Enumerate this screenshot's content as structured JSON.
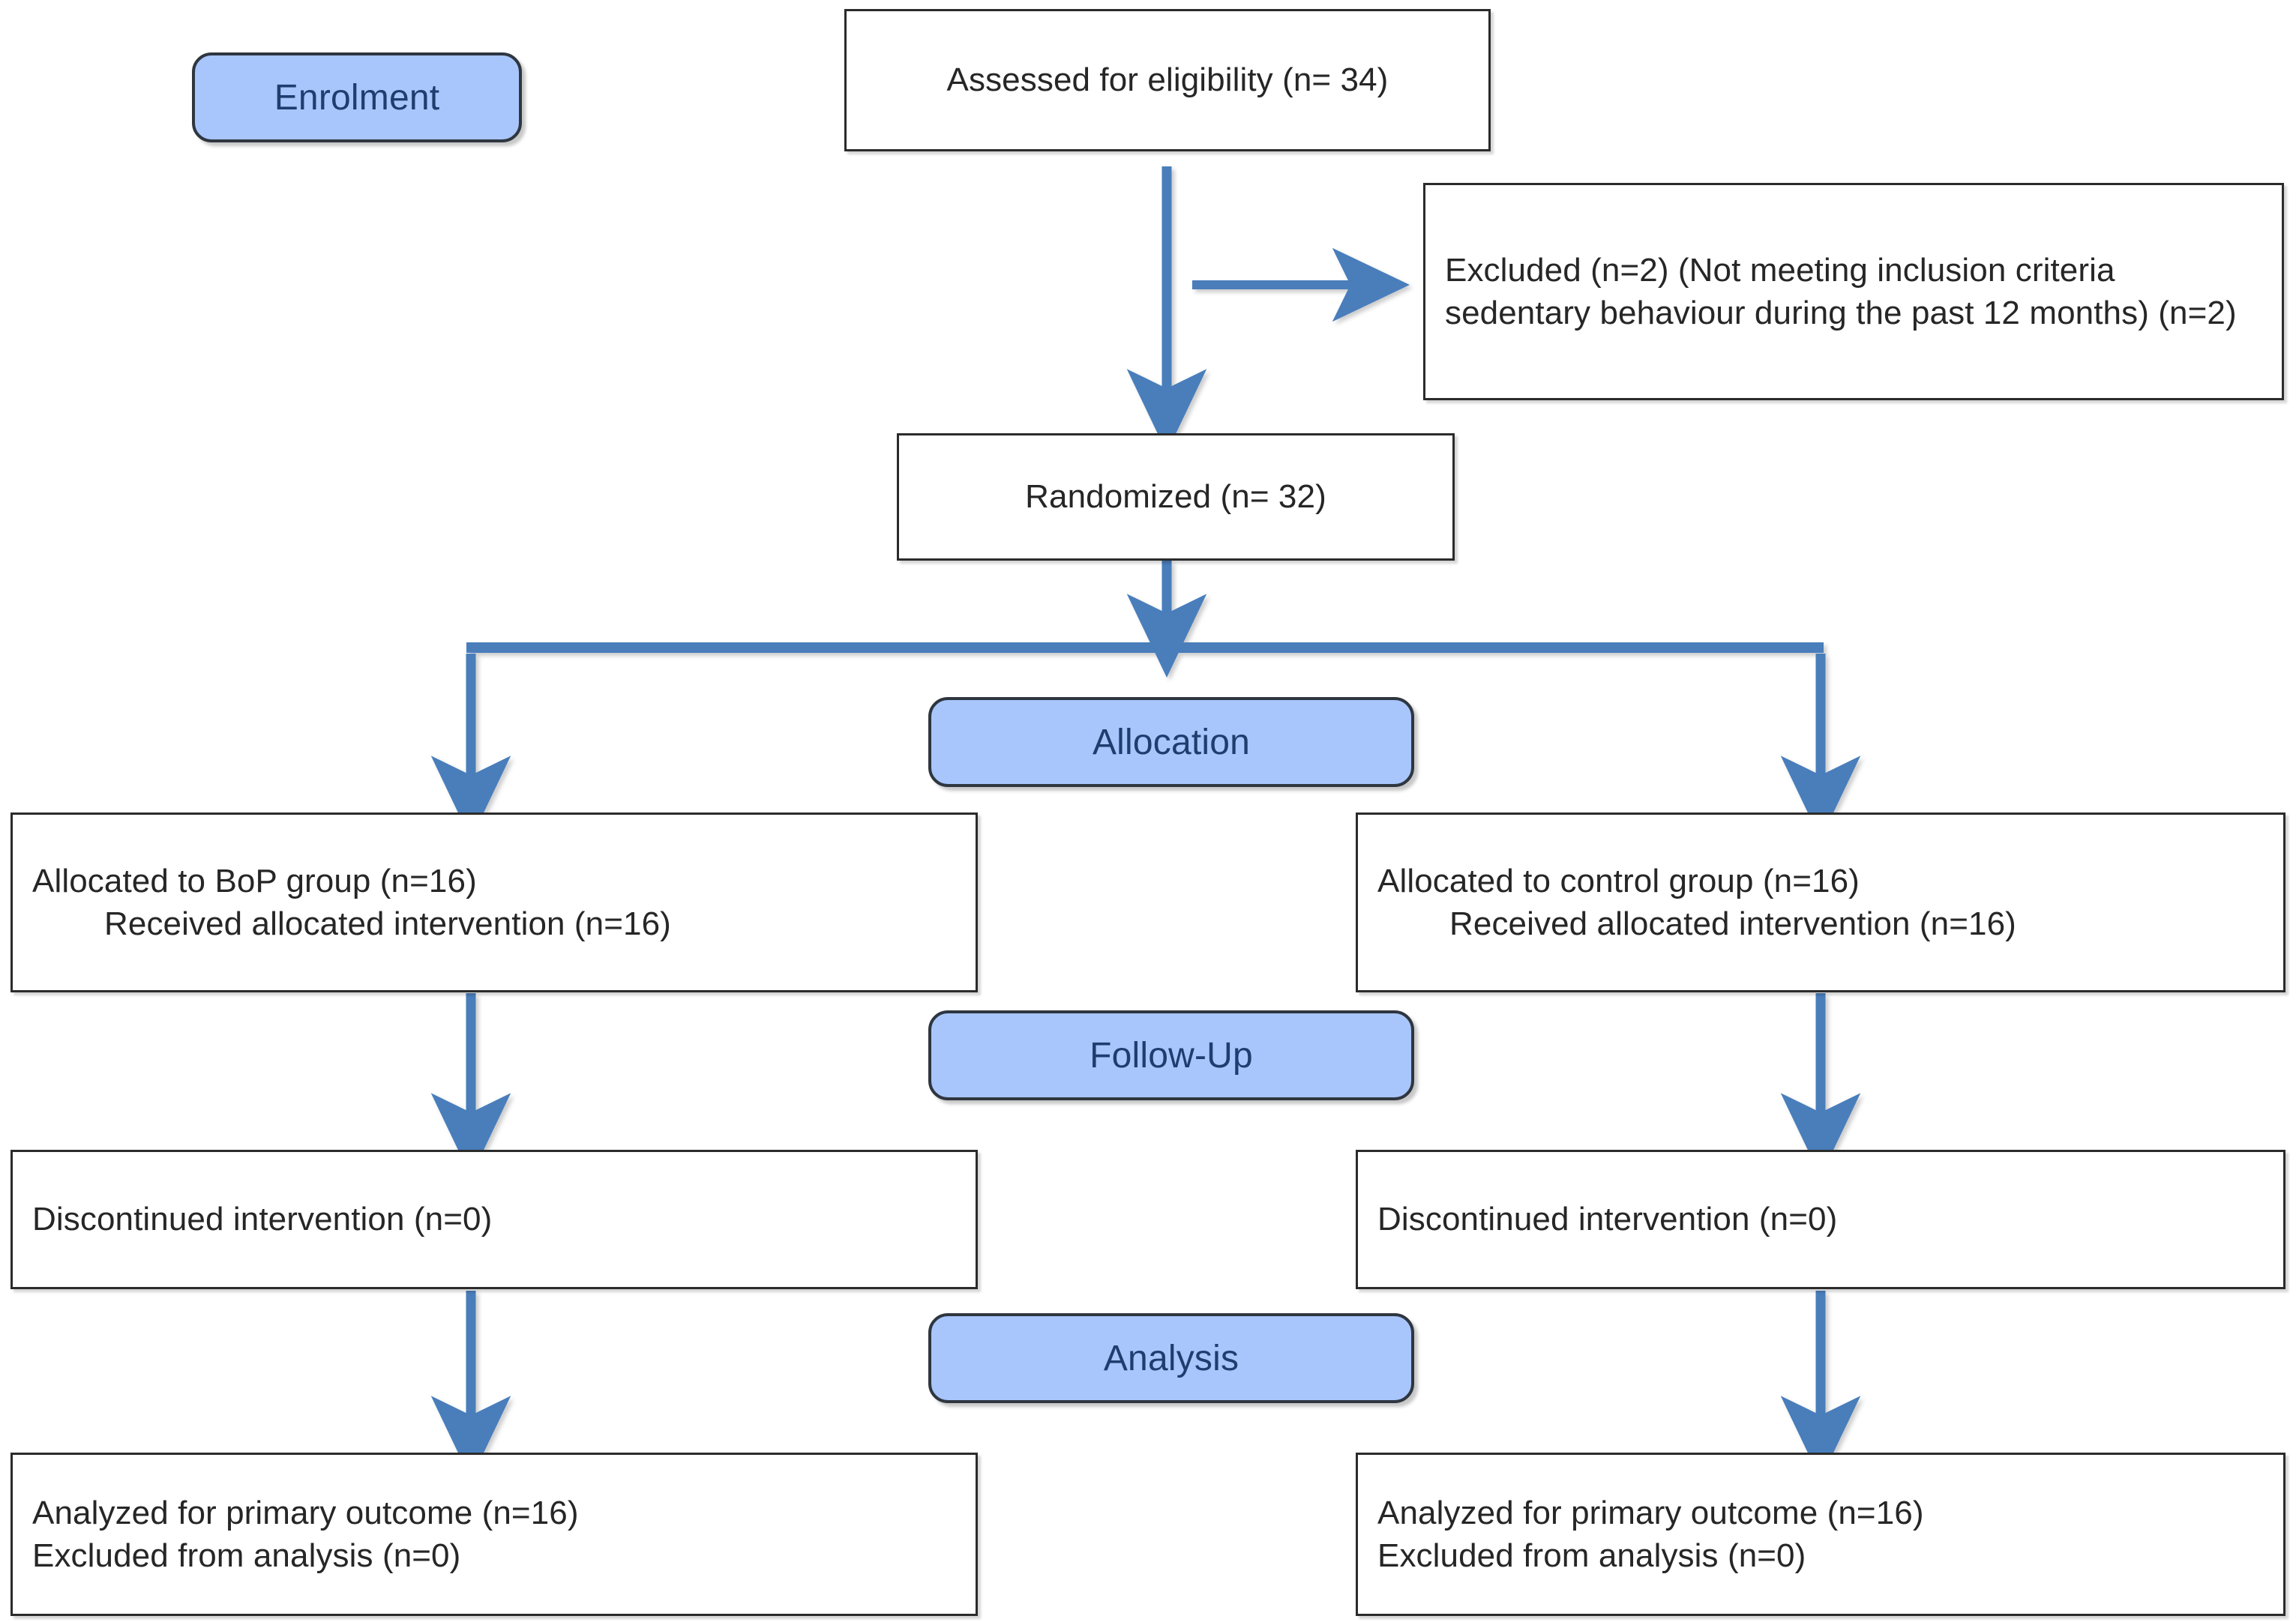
{
  "diagram": {
    "title": "CONSORT participant flow diagram",
    "colors": {
      "arrow_blue": "#4a7ebb",
      "badge_fill": "#a8c6fb",
      "badge_border": "#2f3640",
      "badge_text": "#1f3d6e",
      "box_border": "#2b2b2b",
      "box_fill": "#ffffff",
      "box_text": "#262626",
      "background": "#ffffff"
    },
    "stages": [
      {
        "id": "enrolment",
        "label": "Enrolment"
      },
      {
        "id": "allocation",
        "label": "Allocation"
      },
      {
        "id": "followup",
        "label": "Follow-Up"
      },
      {
        "id": "analysis",
        "label": "Analysis"
      }
    ],
    "nodes": {
      "assessed": {
        "lines": [
          "Assessed for eligibility (n= 34)"
        ]
      },
      "excluded": {
        "lines": [
          "Excluded (n=2) (Not meeting inclusion criteria sedentary behaviour during the past 12 months) (n=2)"
        ]
      },
      "randomized": {
        "lines": [
          "Randomized (n= 32)"
        ]
      },
      "allocated_left": {
        "lines": [
          "Allocated to BoP group (n=16)",
          "Received allocated intervention (n=16)"
        ]
      },
      "allocated_right": {
        "lines": [
          "Allocated to control group (n=16)",
          "Received allocated intervention (n=16)"
        ]
      },
      "discontinued_left": {
        "lines": [
          "Discontinued intervention (n=0)"
        ]
      },
      "discontinued_right": {
        "lines": [
          "Discontinued intervention (n=0)"
        ]
      },
      "analyzed_left": {
        "lines": [
          "Analyzed for primary outcome (n=16)",
          "Excluded from analysis (n=0)"
        ]
      },
      "analyzed_right": {
        "lines": [
          "Analyzed for primary outcome (n=16)",
          "Excluded from analysis (n=0)"
        ]
      }
    }
  }
}
